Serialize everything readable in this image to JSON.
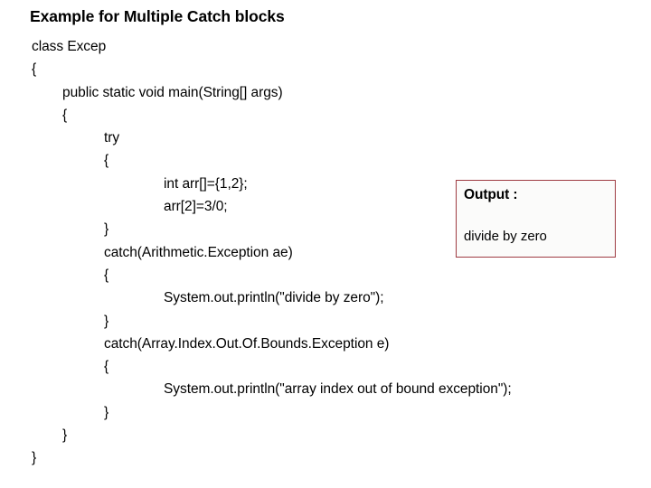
{
  "slide": {
    "title": "Example for Multiple Catch blocks",
    "background_color": "#ffffff",
    "text_color": "#000000"
  },
  "code": {
    "language": "java",
    "lines": [
      {
        "indent": 0,
        "text": "class Excep"
      },
      {
        "indent": 0,
        "text": "{"
      },
      {
        "indent": 1,
        "text": "public static void main(String[] args)"
      },
      {
        "indent": 1,
        "text": "{"
      },
      {
        "indent": 2,
        "text": "try"
      },
      {
        "indent": 2,
        "text": "{"
      },
      {
        "indent": 3,
        "text": "int arr[]={1,2};"
      },
      {
        "indent": 3,
        "text": "arr[2]=3/0;"
      },
      {
        "indent": 2,
        "text": "}"
      },
      {
        "indent": 2,
        "text": "catch(Arithmetic.Exception ae)"
      },
      {
        "indent": 2,
        "text": "{"
      },
      {
        "indent": 3,
        "text": "System.out.println(\"divide by zero\");"
      },
      {
        "indent": 2,
        "text": "}"
      },
      {
        "indent": 2,
        "text": "catch(Array.Index.Out.Of.Bounds.Exception e)"
      },
      {
        "indent": 2,
        "text": "{"
      },
      {
        "indent": 3,
        "text": "System.out.println(\"array index out of bound exception\");"
      },
      {
        "indent": 2,
        "text": "}"
      },
      {
        "indent": 1,
        "text": "}"
      },
      {
        "indent": 0,
        "text": "}"
      }
    ]
  },
  "output_box": {
    "heading": "Output :",
    "result_text": "divide by zero",
    "border_color": "#9e3b42",
    "fill_color": "#fbfbfa"
  }
}
